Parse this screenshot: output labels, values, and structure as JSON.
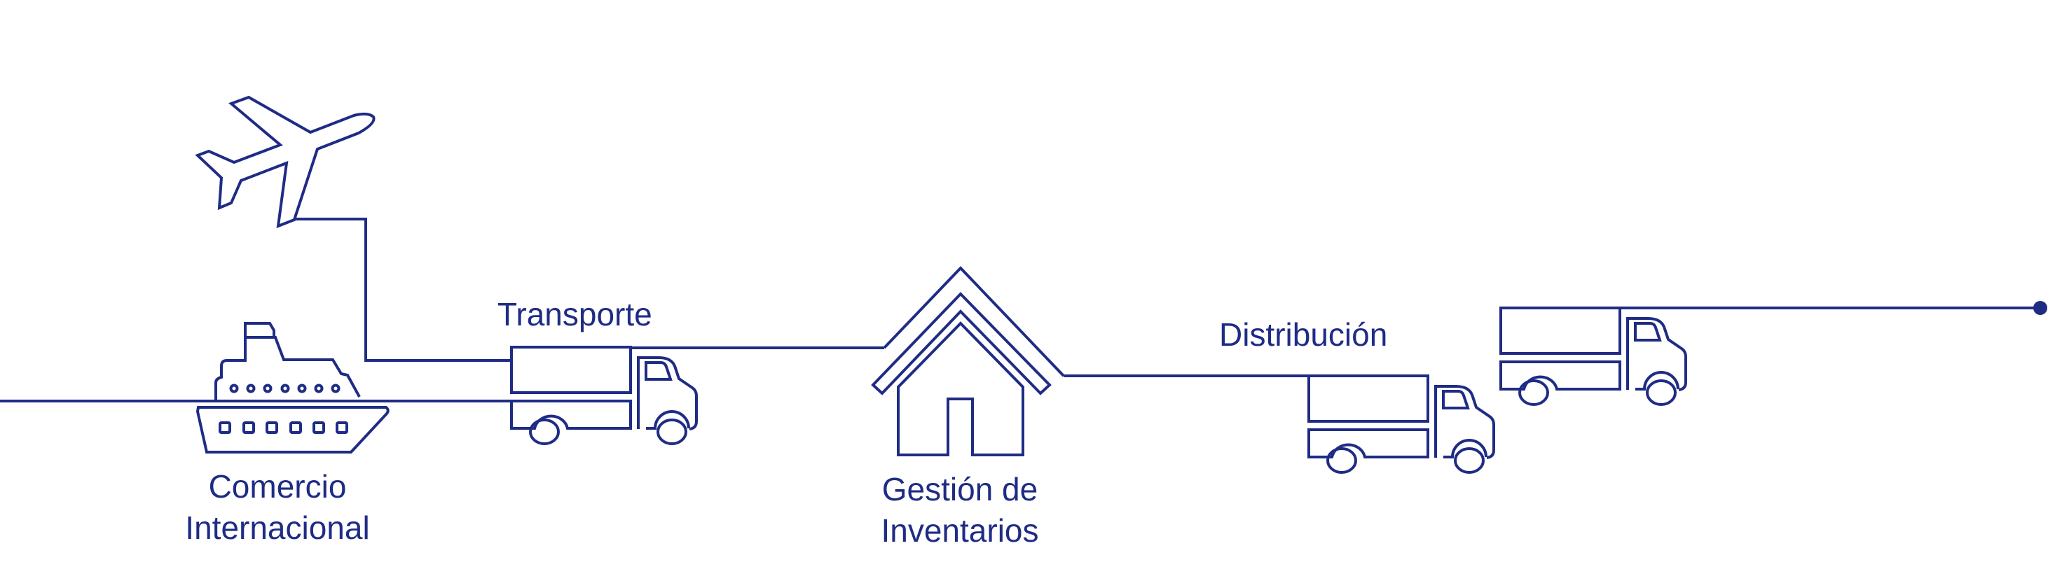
{
  "colors": {
    "primary": "#1f2c85",
    "background": "#ffffff"
  },
  "labels": {
    "comercio_line1": "Comercio",
    "comercio_line2": "Internacional",
    "transporte": "Transporte",
    "gestion_line1": "Gestión de",
    "gestion_line2": "Inventarios",
    "distribucion": "Distribución"
  },
  "icons": [
    "airplane-icon",
    "ship-icon",
    "truck-icon",
    "warehouse-icon",
    "truck-icon",
    "truck-icon",
    "endpoint-dot-icon"
  ]
}
